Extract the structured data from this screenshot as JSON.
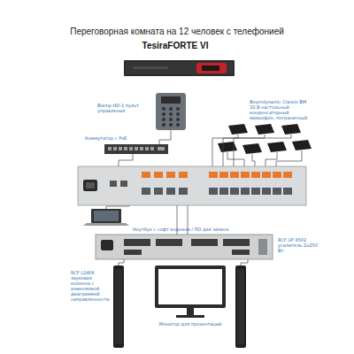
{
  "diagram": {
    "title": "Переговорная комната на 12 человек с телефонией",
    "labels": [
      "TesiraFORTE VI",
      "Biamp HD-1 пульт управления",
      "Коммутатор с PoE",
      "Beyerdynamic Classis BM 32 B настольный конденсаторный микрофон, пограничный",
      "Ноутбук с софт кодеком / ПО для записи",
      "RCF UP 8502 усилитель 2x250 Вт",
      "RCF L2406 звуковая колонна с изменяемой диаграммой направленности",
      "Монитор для презентаций"
    ]
  }
}
